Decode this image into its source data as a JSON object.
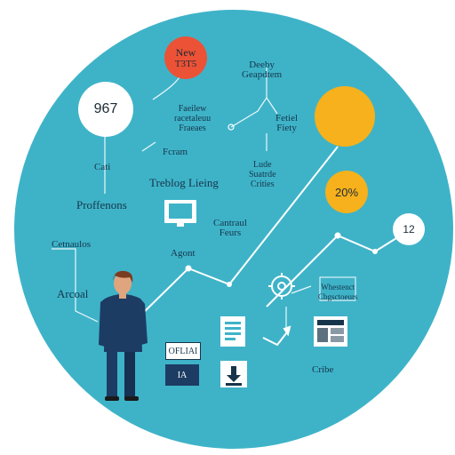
{
  "colors": {
    "circle": "#3eb3c8",
    "line": "#ffffff",
    "accent_red": "#ec5236",
    "accent_yellow": "#f6b11c",
    "text": "#16354a",
    "suit": "#1d3c63"
  },
  "badges": {
    "new_top": "New",
    "new_bottom": "T3T5",
    "count": "967",
    "percent": "20%",
    "number": "12"
  },
  "labels": {
    "deeply": "Deeby\nGeapdtem",
    "feature": "Faeilew\nracetaleuu\nFraeaes",
    "retail": "Fetiel\nFiety",
    "cart": "Cati",
    "lude": "Lude\nSuatrde\nCrities",
    "trading": "Treblog Lieing",
    "forum": "Fcram",
    "professions": "Proffenons",
    "central": "Cantraul\nFeurs",
    "cernaulos": "Cetnaulos",
    "agent": "Agont",
    "arcal": "Arcoal",
    "rpt": "Whestenct\nCbgsctoeurs",
    "cribe": "Cribe",
    "oflia": "OFLIAI",
    "ia": "IA"
  },
  "icons": [
    "monitor-icon",
    "gear-icon",
    "document-icon",
    "download-icon",
    "dashboard-icon",
    "trend-arrow-icon"
  ]
}
